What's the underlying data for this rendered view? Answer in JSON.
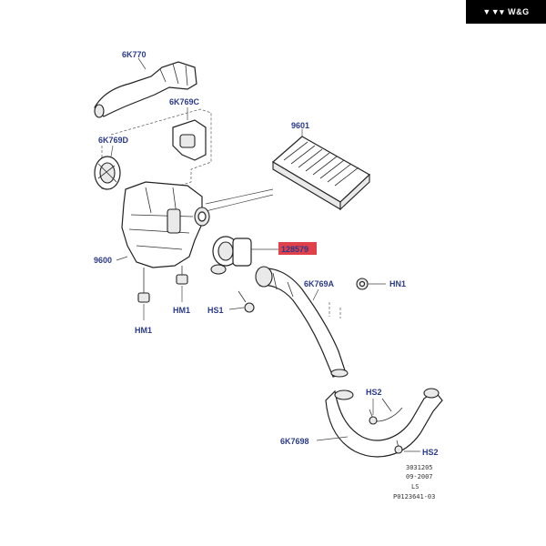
{
  "logo": {
    "text": "W&G"
  },
  "labels": {
    "l_6k770": "6K770",
    "l_6k769c": "6K769C",
    "l_6k769d": "6K769D",
    "l_9601": "9601",
    "l_128579": "128579",
    "l_9600": "9600",
    "l_6k769a": "6K769A",
    "l_hn1": "HN1",
    "l_hs1": "HS1",
    "l_hm1a": "HM1",
    "l_hm1b": "HM1",
    "l_hs2a": "HS2",
    "l_hs2b": "HS2",
    "l_6k7698": "6K7698"
  },
  "reference": {
    "line1": "3031205",
    "line2": "09-2007",
    "line3": "LS",
    "line4": "P0123641-03"
  },
  "colors": {
    "label": "#2a3a8c",
    "highlight": "#e0404a",
    "logo_bg": "#000000"
  }
}
